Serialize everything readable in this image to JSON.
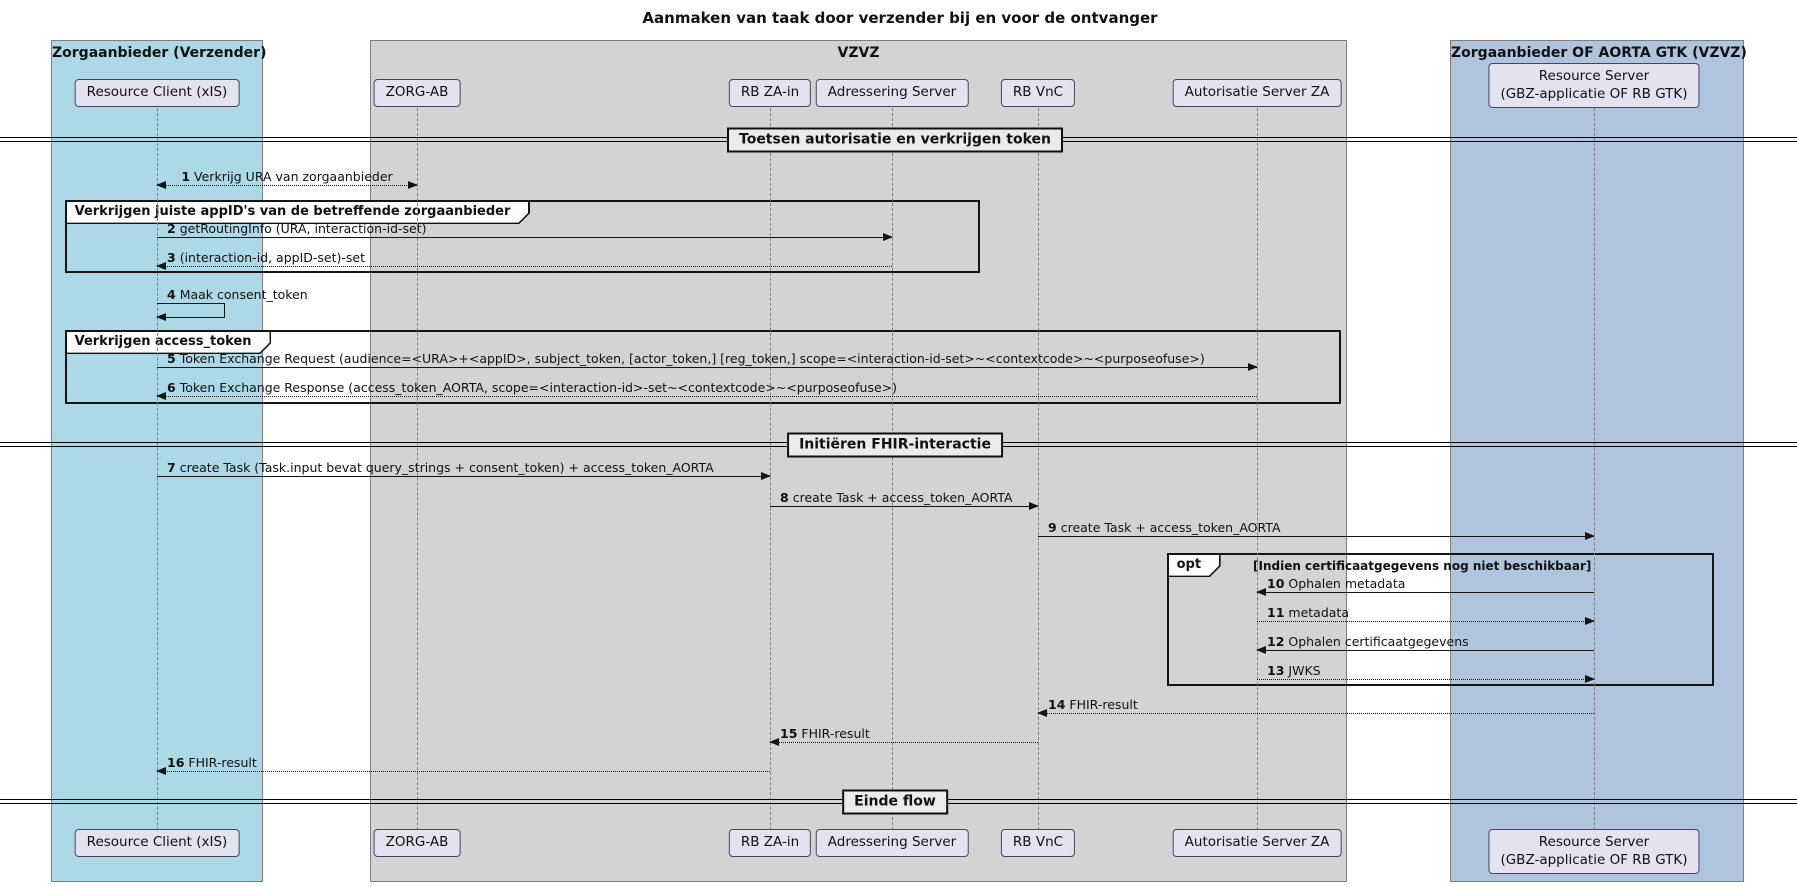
{
  "title": "Aanmaken van taak door verzender bij en voor de ontvanger",
  "frames": {
    "sender": {
      "label": "Zorgaanbieder (Verzender)",
      "bg": "#ADD8E6"
    },
    "vzvz": {
      "label": "VZVZ",
      "bg": "#D3D3D3"
    },
    "receiver": {
      "label": "Zorgaanbieder OF AORTA GTK (VZVZ)",
      "bg": "#B0C4DE"
    }
  },
  "participants": {
    "resource_client": "Resource Client (xIS)",
    "zorg_ab": "ZORG-AB",
    "rb_za_in": "RB ZA-in",
    "adressering_server": "Adressering Server",
    "rb_vnc": "RB VnC",
    "autorisatie_server": "Autorisatie Server ZA",
    "resource_server": "Resource Server\n(GBZ-applicatie OF RB GTK)"
  },
  "dividers": {
    "d1": "Toetsen autorisatie en verkrijgen token",
    "d2": "Initiëren FHIR-interactie",
    "d3": "Einde flow"
  },
  "groups": {
    "g1": {
      "label": "Verkrijgen juiste appID's van de betreffende zorgaanbieder"
    },
    "g2": {
      "label": "Verkrijgen access_token"
    },
    "opt": {
      "keyword": "opt",
      "condition": "[Indien certificaatgegevens nog niet beschikbaar]"
    }
  },
  "messages": [
    {
      "num": "1",
      "text": "Verkrijg URA van zorgaanbieder"
    },
    {
      "num": "2",
      "text": "getRoutingInfo (URA, interaction-id-set)"
    },
    {
      "num": "3",
      "text": "(interaction-id, appID-set)-set"
    },
    {
      "num": "4",
      "text": "Maak consent_token"
    },
    {
      "num": "5",
      "text": "Token Exchange Request (audience=<URA>+<appID>, subject_token, [actor_token,] [reg_token,] scope=<interaction-id-set>~<contextcode>~<purposeofuse>)"
    },
    {
      "num": "6",
      "text": "Token Exchange Response (access_token_AORTA, scope=<interaction-id>-set~<contextcode>~<purposeofuse>)"
    },
    {
      "num": "7",
      "text": "create Task (Task.input bevat query_strings + consent_token) + access_token_AORTA"
    },
    {
      "num": "8",
      "text": "create Task + access_token_AORTA"
    },
    {
      "num": "9",
      "text": "create Task + access_token_AORTA"
    },
    {
      "num": "10",
      "text": "Ophalen metadata"
    },
    {
      "num": "11",
      "text": "metadata"
    },
    {
      "num": "12",
      "text": "Ophalen certificaatgegevens"
    },
    {
      "num": "13",
      "text": "JWKS"
    },
    {
      "num": "14",
      "text": "FHIR-result"
    },
    {
      "num": "15",
      "text": "FHIR-result"
    },
    {
      "num": "16",
      "text": "FHIR-result"
    }
  ],
  "colors": {
    "participant_bg": "#E2E2F0",
    "divider_label_bg": "#EBEBEB",
    "group_border": "#141414",
    "lifeline": "#808080",
    "sender_frame_bg": "#ADD8E6",
    "vzvz_frame_bg": "#D3D3D3",
    "receiver_frame_bg": "#B0C4DE"
  }
}
